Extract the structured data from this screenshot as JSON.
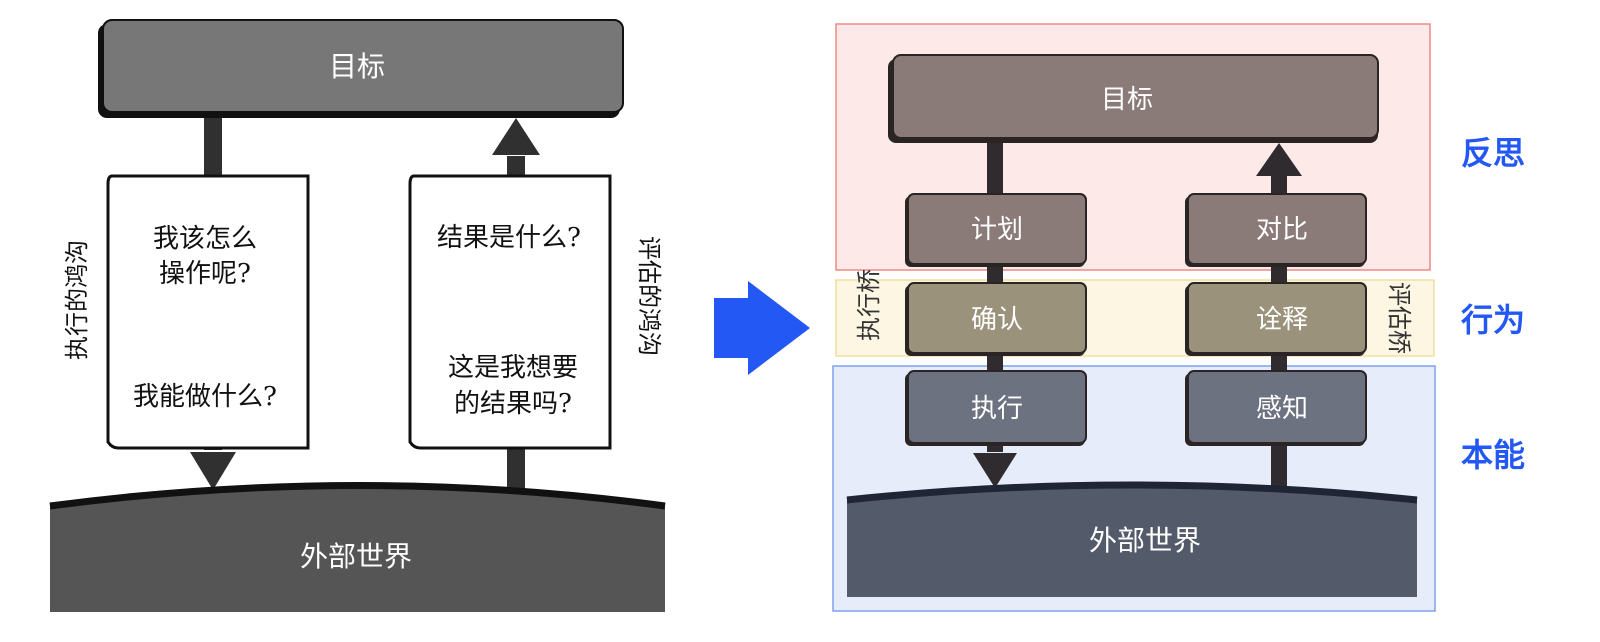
{
  "left_diagram": {
    "goal": "目标",
    "execution_box_line_1": "我该怎么",
    "execution_box_line_2": "操作呢?",
    "execution_box_line_3": "我能做什么?",
    "evaluation_box_line_1": "结果是什么?",
    "evaluation_box_line_2": "这是我想要",
    "evaluation_box_line_3": "的结果吗?",
    "gulf_of_execution": "执行的鸿沟",
    "gulf_of_evaluation": "评估的鸿沟",
    "world": "外部世界"
  },
  "right_diagram": {
    "goal": "目标",
    "plan": "计划",
    "compare": "对比",
    "confirm": "确认",
    "interpret": "诠释",
    "execute": "执行",
    "perceive": "感知",
    "world": "外部世界",
    "execution_bridge": "执行桥",
    "evaluation_bridge": "评估桥"
  },
  "levels": {
    "reflective": "反思",
    "behavioral": "行为",
    "visceral": "本能"
  },
  "colors": {
    "transition_arrow": "#2458f5",
    "level_label": "#2458f5",
    "reflective_band_fill": "#fde9e8",
    "reflective_band_border": "#ee8a86",
    "behavioral_band_fill": "#fcf6e3",
    "behavioral_band_border": "#f0dfa0",
    "visceral_band_fill": "#e6ecfa",
    "visceral_band_border": "#7ea1ef",
    "left_goal_box": "#777777",
    "left_world": "#555555",
    "right_upper_boxes": "#8a7a78",
    "right_middle_boxes": "#9b927c",
    "right_lower_boxes": "#6d7280",
    "right_world": "#535a69"
  }
}
